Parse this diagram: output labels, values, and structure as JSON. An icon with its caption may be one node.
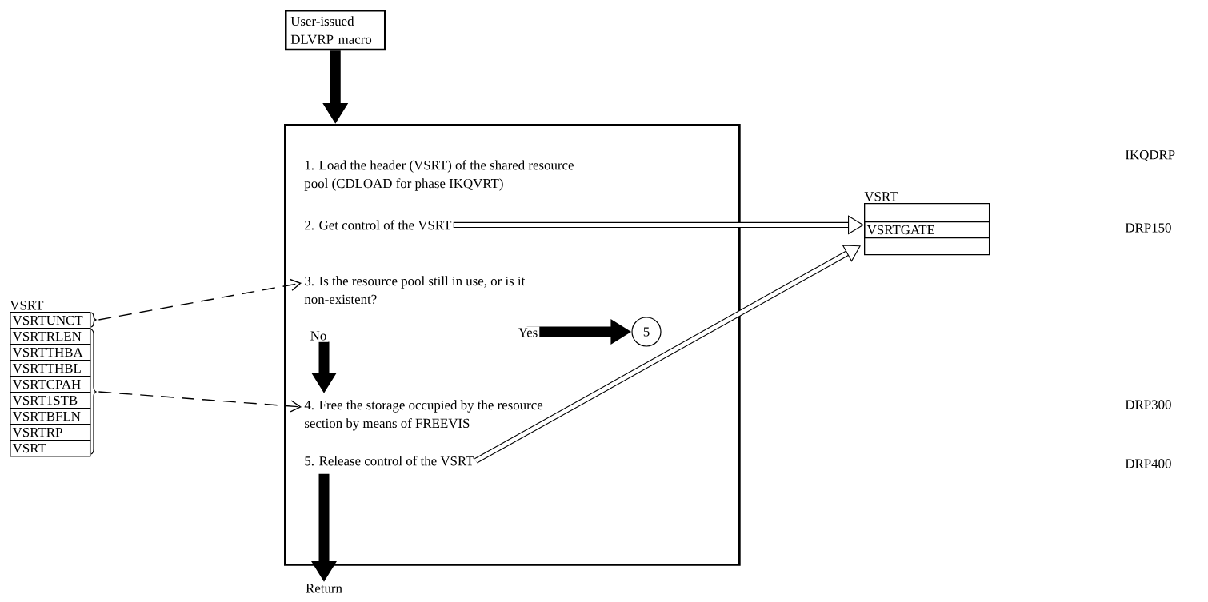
{
  "diagram": {
    "nodes": [
      {
        "text": [
          "User-issued DLVRP macro"
        ]
      },
      {
        "text": [],
        "shape": "box"
      },
      {
        "text": [
          "1. Load the header (VSRT) of the shared resource pool (CDLOAD for phase IKQVRT)"
        ],
        "in": 1
      },
      {
        "text": [
          "2. Get control of the VSRT"
        ],
        "in": 1
      },
      {
        "text": [
          "3. Is the resource pool still in use, or is it non-existent?"
        ],
        "in": 1
      },
      {
        "text": [
          "4. Free the storage occupied by the resource section by means of FREEVIS"
        ],
        "in": 1
      },
      {
        "text": [
          "5. Release control of the VSRT"
        ],
        "in": 1
      },
      {
        "text": [
          "5"
        ],
        "in": 1
      },
      {
        "text": [
          "Return"
        ]
      },
      {
        "text": [
          "VSRT"
        ]
      },
      {
        "text": [
          "VSRTGATE"
        ],
        "in": 9
      },
      {
        "text": [
          "VSRT"
        ]
      },
      {
        "text": [
          "VSRTUNCT"
        ],
        "in": 11
      },
      {
        "text": [
          "VSRTRLEN"
        ],
        "in": 11
      },
      {
        "text": [
          "VSRTTHBA"
        ],
        "in": 11
      },
      {
        "text": [
          "VSRTTHBL"
        ],
        "in": 11
      },
      {
        "text": [
          "VSRTCPAH"
        ],
        "in": 11
      },
      {
        "text": [
          "VSRT1STB"
        ],
        "in": 11
      },
      {
        "text": [
          "VSRTBFLN"
        ],
        "in": 11
      },
      {
        "text": [
          "VSRTRP"
        ],
        "in": 11
      },
      {
        "text": [
          "VSRT"
        ],
        "in": 11
      },
      {
        "text": [],
        "shape": "brace"
      },
      {
        "text": [],
        "shape": "brace"
      }
    ],
    "edges": [
      {
        "from": 0,
        "to": 1,
        "arrow": "to",
        "style": "thick"
      },
      {
        "from": 4,
        "to": 5,
        "arrow": "to",
        "style": "thick",
        "label": "No"
      },
      {
        "from": 4,
        "to": 7,
        "arrow": "to",
        "style": "thick",
        "label": "Yes"
      },
      {
        "from": 6,
        "to": 8,
        "arrow": "to",
        "style": "thick"
      },
      {
        "from": 3,
        "to": 10,
        "arrow": "to"
      },
      {
        "from": 6,
        "to": 9,
        "arrow": "to"
      },
      {
        "from": 21,
        "to": 4,
        "arrow": "to",
        "style": "dashed"
      },
      {
        "from": 22,
        "to": 5,
        "arrow": "to",
        "style": "dashed"
      }
    ],
    "labels": [
      "IKQDRP",
      "DRP150",
      "DRP300",
      "DRP400"
    ]
  }
}
